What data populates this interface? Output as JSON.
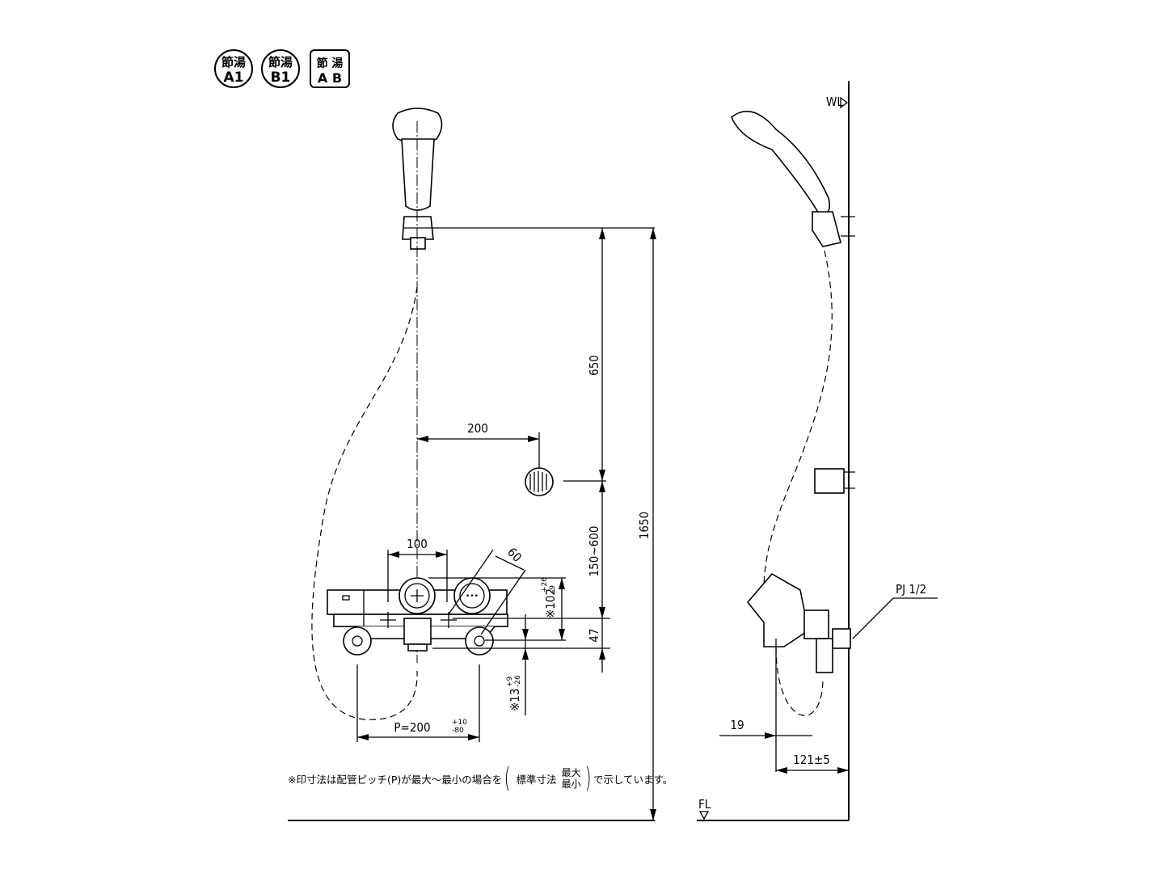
{
  "badges": [
    {
      "top": "節湯",
      "bottom": "A1",
      "shape": "circle"
    },
    {
      "top": "節湯",
      "bottom": "B1",
      "shape": "circle"
    },
    {
      "top": "節 湯",
      "bottom": "A B",
      "shape": "square"
    }
  ],
  "front_view": {
    "dim_650": "650",
    "dim_200": "200",
    "dim_150_600": "150~600",
    "dim_1650": "1650",
    "dim_100": "100",
    "dim_60": "60",
    "dim_102": {
      "prefix": "※",
      "value": "102",
      "plus": "+26",
      "minus": "-9"
    },
    "dim_47": "47",
    "dim_13": {
      "prefix": "※",
      "value": "13",
      "plus": "+9",
      "minus": "-26"
    },
    "dim_pitch": {
      "value": "P=200",
      "plus": "+10",
      "minus": "-80"
    }
  },
  "side_view": {
    "wl": "WL",
    "fl": "FL",
    "pj": "PJ 1/2",
    "dim_19": "19",
    "dim_121": "121±5"
  },
  "note": {
    "main": "※印寸法は配管ピッチ(P)が最大～最小の場合を",
    "standard": "標準寸法",
    "max": "最大",
    "min": "最小",
    "tail": "で示しています。"
  }
}
